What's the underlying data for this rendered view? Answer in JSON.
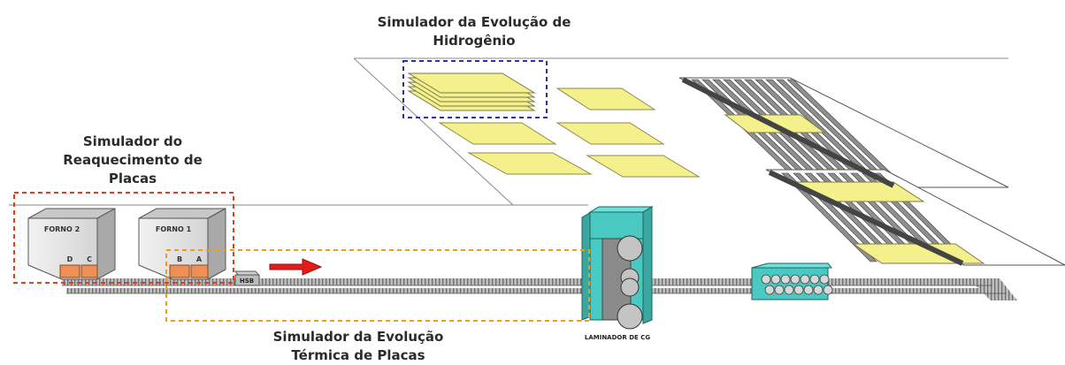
{
  "labels": {
    "hydrogen": {
      "line1": "Simulador da Evolução de",
      "line2": "Hidrogênio"
    },
    "reheating": {
      "line1": "Simulador do",
      "line2": "Reaquecimento de",
      "line3": "Placas"
    },
    "thermal": {
      "line1": "Simulador da Evolução",
      "line2": "Térmica de Placas"
    }
  },
  "furnaces": [
    {
      "name": "FORNO 2",
      "doors": [
        "D",
        "C"
      ]
    },
    {
      "name": "FORNO 1",
      "doors": [
        "B",
        "A"
      ]
    }
  ],
  "hsb_label": "HSB",
  "mill_label": "LAMINADOR DE CG",
  "colors": {
    "slab": "#f4f18c",
    "door": "#ee8f55",
    "mill": "#4ac8c2",
    "arrow": "#e41b17",
    "reheat_box": "#d9401b",
    "hydrogen_box": "#2a2fb0",
    "thermal_box": "#f09a1e"
  }
}
